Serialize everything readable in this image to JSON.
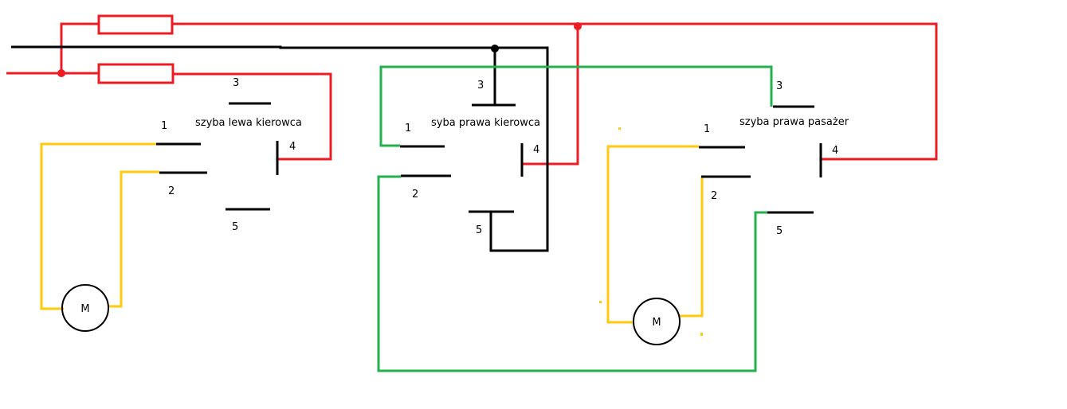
{
  "colors": {
    "supply": "#ed1c24",
    "ground": "#000000",
    "link": "#22b14c",
    "motor_wire": "#ffc90e"
  },
  "switches": [
    {
      "title": "szyba lewa kierowca",
      "pins": [
        "1",
        "2",
        "3",
        "4",
        "5"
      ]
    },
    {
      "title": "syba prawa kierowca",
      "pins": [
        "1",
        "2",
        "3",
        "4",
        "5"
      ]
    },
    {
      "title": "szyba prawa pasażer",
      "pins": [
        "1",
        "2",
        "3",
        "4",
        "5"
      ]
    }
  ],
  "motors": [
    {
      "label": "M"
    },
    {
      "label": "M"
    }
  ]
}
